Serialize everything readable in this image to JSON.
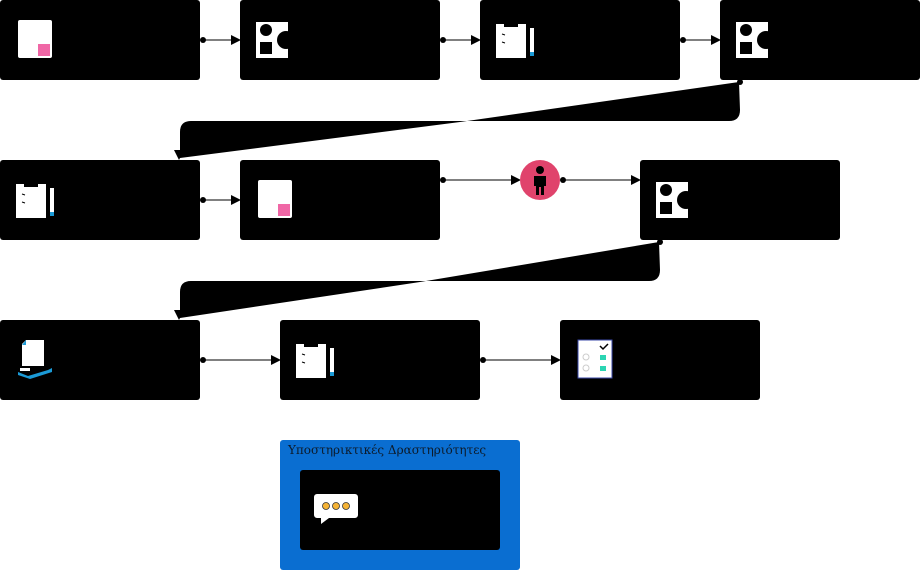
{
  "colors": {
    "node": "#000000",
    "connector": "#000000",
    "group": "#0a6ed1",
    "person_circle": "#e0436c",
    "icon_pink": "#f067a6",
    "icon_teal": "#2bd5b3",
    "icon_blue": "#1b9ad6",
    "icon_orange": "#f5b335"
  },
  "nodes": [
    {
      "id": "n1",
      "icon": "document-icon"
    },
    {
      "id": "n2",
      "icon": "shapes-icon"
    },
    {
      "id": "n3",
      "icon": "clipboard-pencil-icon"
    },
    {
      "id": "n4",
      "icon": "shapes-icon"
    },
    {
      "id": "n5",
      "icon": "clipboard-pencil-icon"
    },
    {
      "id": "n6",
      "icon": "document-icon"
    },
    {
      "id": "n7",
      "icon": "shapes-icon"
    },
    {
      "id": "n8",
      "icon": "hand-document-icon"
    },
    {
      "id": "n9",
      "icon": "clipboard-pencil-icon"
    },
    {
      "id": "n10",
      "icon": "checklist-icon"
    },
    {
      "id": "n11",
      "icon": "chat-bubble-icon"
    }
  ],
  "person": {
    "icon": "person-icon"
  },
  "group": {
    "title": "Υποστηρικτικές Δραστηριότητες"
  }
}
